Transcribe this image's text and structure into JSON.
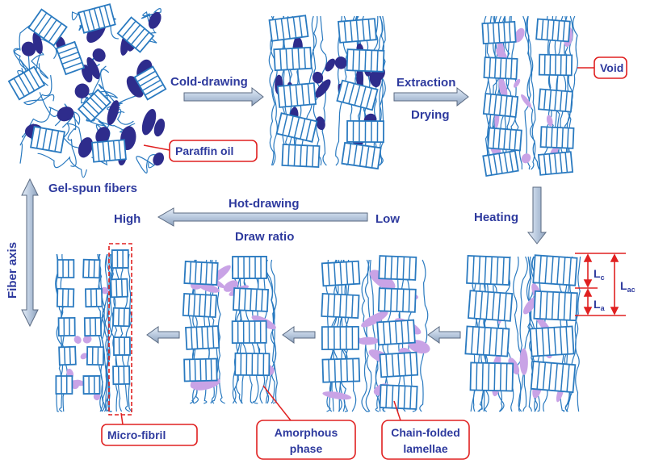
{
  "labels": {
    "cold_drawing": "Cold-drawing",
    "extraction": "Extraction",
    "drying": "Drying",
    "void": "Void",
    "paraffin_oil": "Paraffin oil",
    "gel_spun_fibers": "Gel-spun fibers",
    "heating": "Heating",
    "hot_drawing": "Hot-drawing",
    "high": "High",
    "low": "Low",
    "draw_ratio": "Draw ratio",
    "fiber_axis": "Fiber axis",
    "micro_fibril": "Micro-fibril",
    "amorphous_line1": "Amorphous",
    "amorphous_line2": "phase",
    "chain_folded_line1": "Chain-folded",
    "chain_folded_line2": "lamellae",
    "lc": "L",
    "lc_sub": "c",
    "la": "L",
    "la_sub": "a",
    "lac": "L",
    "lac_sub": "ac"
  },
  "colors": {
    "lamella_stroke": "#2a7ac0",
    "paraffin_fill": "#2e2c8c",
    "void_fill": "#c9a3e6",
    "label_text": "#2e3a9e",
    "callout_border": "#e02020",
    "arrow_fill": "#c9d6e8",
    "arrow_stroke": "#5a6a82"
  }
}
